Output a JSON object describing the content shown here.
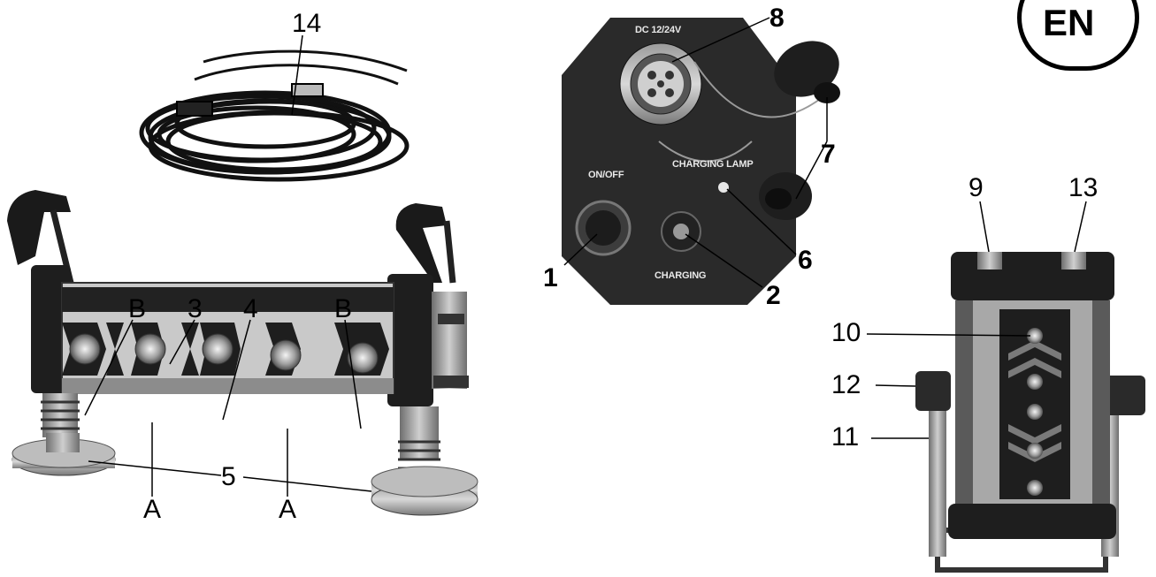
{
  "language_badge": "EN",
  "panel_labels": {
    "dc_input": "DC 12/24V",
    "charging_lamp": "CHARGING LAMP",
    "on_off": "ON/OFF",
    "charging": "CHARGING"
  },
  "callouts": {
    "n1": "1",
    "n2": "2",
    "n3": "3",
    "n4": "4",
    "n5": "5",
    "n6": "6",
    "n7": "7",
    "n8": "8",
    "n9": "9",
    "n10": "10",
    "n11": "11",
    "n12": "12",
    "n13": "13",
    "n14": "14",
    "a_left": "A",
    "a_right": "A",
    "b_left": "B",
    "b_right": "B"
  }
}
